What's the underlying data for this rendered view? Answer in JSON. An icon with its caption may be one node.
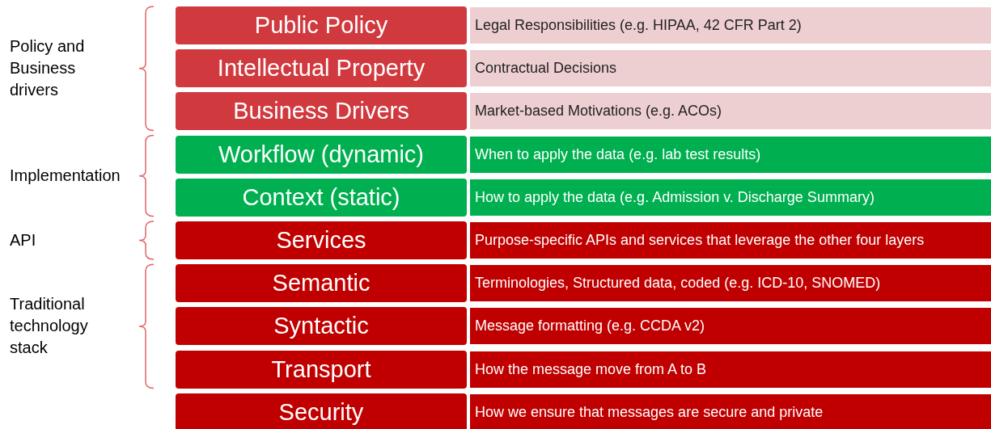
{
  "diagram": {
    "nodes": [
      {
        "text": [
          "Public Policy"
        ]
      },
      {
        "text": [
          "Legal Responsibilities (e.g. HIPAA, 42 CFR Part 2)"
        ]
      },
      {
        "text": [
          "Intellectual Property"
        ]
      },
      {
        "text": [
          "Contractual Decisions"
        ]
      },
      {
        "text": [
          "Business Drivers"
        ]
      },
      {
        "text": [
          "Market-based Motivations (e.g. ACOs)"
        ]
      },
      {
        "text": [
          "Workflow (dynamic)"
        ]
      },
      {
        "text": [
          "When to apply the data (e.g. lab test results)"
        ]
      },
      {
        "text": [
          "Context (static)"
        ]
      },
      {
        "text": [
          "How to apply the data (e.g. Admission v. Discharge Summary)"
        ]
      },
      {
        "text": [
          "Services"
        ]
      },
      {
        "text": [
          "Purpose-specific APIs and services that leverage the other four layers"
        ]
      },
      {
        "text": [
          "Semantic"
        ]
      },
      {
        "text": [
          "Terminologies, Structured data, coded (e.g. ICD-10, SNOMED)"
        ]
      },
      {
        "text": [
          "Syntactic"
        ]
      },
      {
        "text": [
          "Message formatting (e.g. CCDA v2)"
        ]
      },
      {
        "text": [
          "Transport"
        ]
      },
      {
        "text": [
          "How the message move from A to B"
        ]
      },
      {
        "text": [
          "Security"
        ]
      },
      {
        "text": [
          "How we ensure that messages are secure and private"
        ]
      }
    ],
    "edges": [],
    "labels": [
      "Policy and Business drivers",
      "Implementation",
      "API",
      "Traditional technology stack"
    ]
  }
}
